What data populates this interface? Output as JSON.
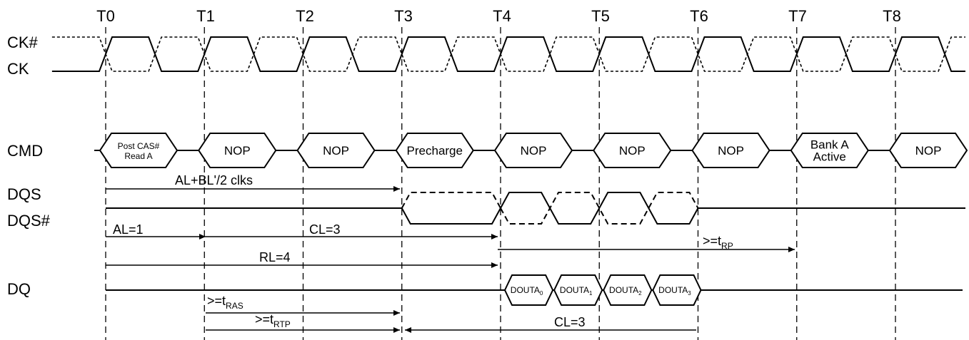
{
  "ticks": [
    "T0",
    "T1",
    "T2",
    "T3",
    "T4",
    "T5",
    "T6",
    "T7",
    "T8"
  ],
  "signals": {
    "ck_bar": "CK#",
    "ck": "CK",
    "cmd": "CMD",
    "dqs": "DQS",
    "dqs_bar": "DQS#",
    "dq": "DQ"
  },
  "commands": [
    {
      "lines": [
        "Post CAS#",
        "Read A"
      ],
      "small": true
    },
    {
      "lines": [
        "NOP"
      ]
    },
    {
      "lines": [
        "NOP"
      ]
    },
    {
      "lines": [
        "Precharge"
      ]
    },
    {
      "lines": [
        "NOP"
      ]
    },
    {
      "lines": [
        "NOP"
      ]
    },
    {
      "lines": [
        "NOP"
      ]
    },
    {
      "lines": [
        "Bank A",
        "Active"
      ]
    },
    {
      "lines": [
        "NOP"
      ]
    }
  ],
  "dq_data": [
    {
      "text": "DOUTA",
      "sub": "0"
    },
    {
      "text": "DOUTA",
      "sub": "1"
    },
    {
      "text": "DOUTA",
      "sub": "2"
    },
    {
      "text": "DOUTA",
      "sub": "3"
    }
  ],
  "annotations": {
    "al_bl": "AL+BL'/2 clks",
    "al": "AL=1",
    "cl_top": "CL=3",
    "rl": "RL=4",
    "trp_prefix": ">=t",
    "trp_sub": "RP",
    "tras_prefix": ">=t",
    "tras_sub": "RAS",
    "trtp_prefix": ">=t",
    "trtp_sub": "RTP",
    "cl_bottom": "CL=3"
  }
}
